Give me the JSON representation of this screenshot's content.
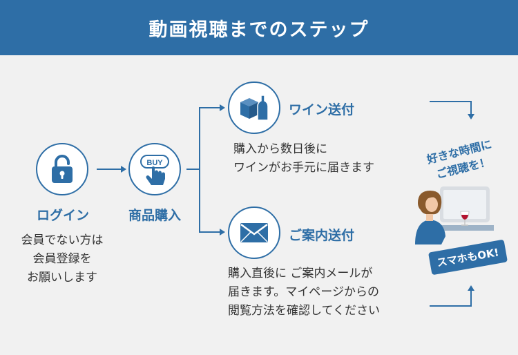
{
  "header": {
    "title": "動画視聴までのステップ"
  },
  "steps": {
    "login": {
      "title": "ログイン",
      "lines": [
        "会員でない方は",
        "会員登録を",
        "お願いします"
      ]
    },
    "purchase": {
      "title": "商品購入",
      "buy_text": "BUY"
    },
    "wine": {
      "title": "ワイン送付",
      "lines": [
        "購入から数日後に",
        "ワインがお手元に届きます"
      ]
    },
    "guide": {
      "title": "ご案内送付",
      "lines": [
        "購入直後に ご案内メールが",
        "届きます。マイページからの",
        "閲覧方法を確認してください"
      ]
    },
    "view": {
      "callout_lines": [
        "好きな時間に",
        "ご視聴を！"
      ],
      "badge": "スマホもOK!"
    }
  },
  "colors": {
    "accent": "#2e6ea6",
    "background": "#f1f1f1"
  },
  "icons": {
    "login": "padlock-icon",
    "purchase": "buy-finger-icon",
    "wine": "wine-box-icon",
    "guide": "envelope-icon",
    "view": "woman-watching-monitor-icon"
  }
}
